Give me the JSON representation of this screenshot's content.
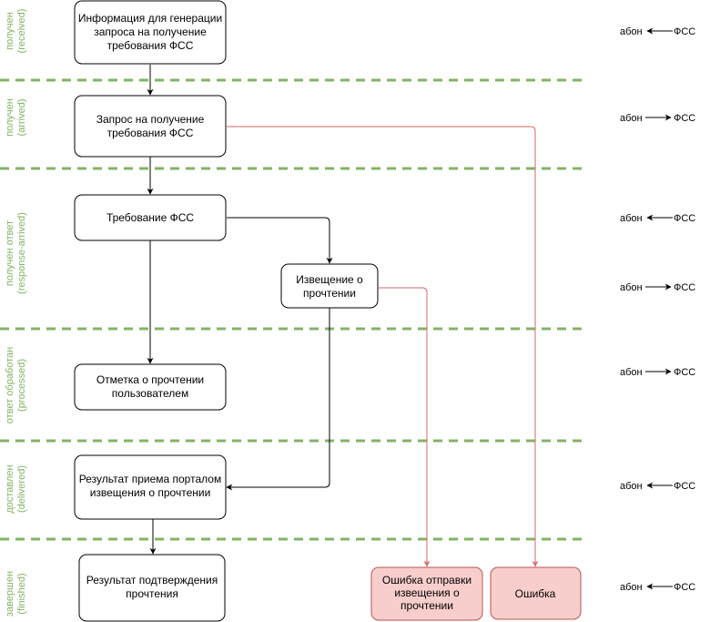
{
  "stages": [
    {
      "id": "received",
      "lines": [
        "получен",
        "(received)"
      ]
    },
    {
      "id": "arrived",
      "lines": [
        "получен",
        "(arrived)"
      ]
    },
    {
      "id": "response-arrived",
      "lines": [
        "получен ответ",
        "(response-arrived)"
      ]
    },
    {
      "id": "processed",
      "lines": [
        "ответ обработан",
        "(processed)"
      ]
    },
    {
      "id": "delivered",
      "lines": [
        "доставлен",
        "(delivered)"
      ]
    },
    {
      "id": "finished",
      "lines": [
        "завершен",
        "(finished)"
      ]
    }
  ],
  "boxes": {
    "info_generation": {
      "lines": [
        "Информация для генерации",
        "запроса на получение",
        "требования ФСС"
      ]
    },
    "request": {
      "lines": [
        "Запрос на получение",
        "требования ФСС"
      ]
    },
    "requirement": {
      "lines": [
        "Требование ФСС"
      ]
    },
    "read_notice": {
      "lines": [
        "Извещение о",
        "прочтении"
      ]
    },
    "user_read_mark": {
      "lines": [
        "Отметка о прочтении",
        "пользователем"
      ]
    },
    "portal_result": {
      "lines": [
        "Результат приема порталом",
        "извещения о прочтении"
      ]
    },
    "confirmation_result": {
      "lines": [
        "Результат подтверждения",
        "прочтения"
      ]
    },
    "notice_error": {
      "lines": [
        "Ошибка отправки",
        "извещения о",
        "прочтении"
      ]
    },
    "error": {
      "lines": [
        "Ошибка"
      ]
    }
  },
  "directions": [
    {
      "id": "received",
      "left": "абон",
      "right": "ФСС",
      "arrow": "left"
    },
    {
      "id": "arrived",
      "left": "абон",
      "right": "ФСС",
      "arrow": "right"
    },
    {
      "id": "requirement",
      "left": "абон",
      "right": "ФСС",
      "arrow": "left"
    },
    {
      "id": "read-notice",
      "left": "абон",
      "right": "ФСС",
      "arrow": "right"
    },
    {
      "id": "processed",
      "left": "абон",
      "right": "ФСС",
      "arrow": "right"
    },
    {
      "id": "delivered",
      "left": "абон",
      "right": "ФСС",
      "arrow": "left"
    },
    {
      "id": "finished",
      "left": "абон",
      "right": "ФСС",
      "arrow": "left"
    }
  ],
  "colors": {
    "separator": "#82b366",
    "error_fill": "#f8cecc",
    "error_stroke": "#b85450",
    "error_edge": "#d46a6a",
    "edge": "#000000"
  }
}
